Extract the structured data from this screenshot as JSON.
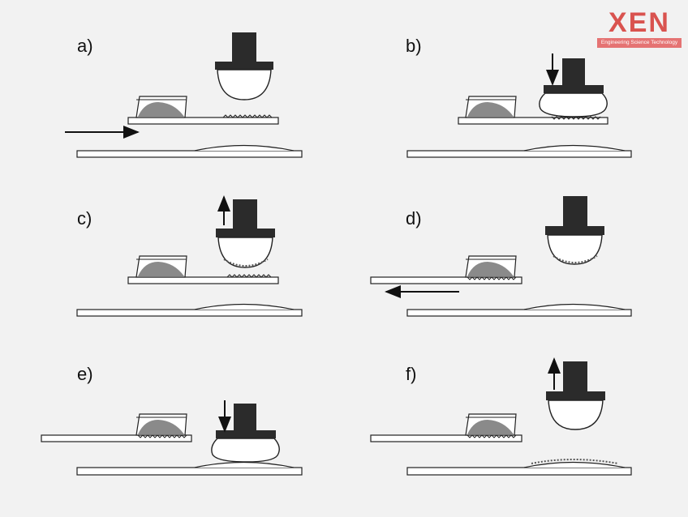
{
  "logo": {
    "word": "XEN",
    "tagline": "Engineering Science Technology",
    "color": "#d9534f"
  },
  "colors": {
    "background": "#f2f2f2",
    "outline": "#222222",
    "stamp": "#2b2b2b",
    "fill": "#8a8a8a",
    "light": "#ffffff"
  },
  "panels": [
    {
      "id": "a",
      "label": "a)",
      "arrow": "right",
      "stamp_state": "raised-clean",
      "substrate_state": "clean"
    },
    {
      "id": "b",
      "label": "b)",
      "arrow": "down",
      "stamp_state": "pressed-on-donor",
      "substrate_state": "clean"
    },
    {
      "id": "c",
      "label": "c)",
      "arrow": "up",
      "stamp_state": "raised-inked",
      "substrate_state": "clean"
    },
    {
      "id": "d",
      "label": "d)",
      "arrow": "left",
      "stamp_state": "raised-inked",
      "substrate_state": "clean"
    },
    {
      "id": "e",
      "label": "e)",
      "arrow": "down",
      "stamp_state": "pressed-on-target",
      "substrate_state": "clean"
    },
    {
      "id": "f",
      "label": "f)",
      "arrow": "up",
      "stamp_state": "raised-clean",
      "substrate_state": "printed"
    }
  ]
}
